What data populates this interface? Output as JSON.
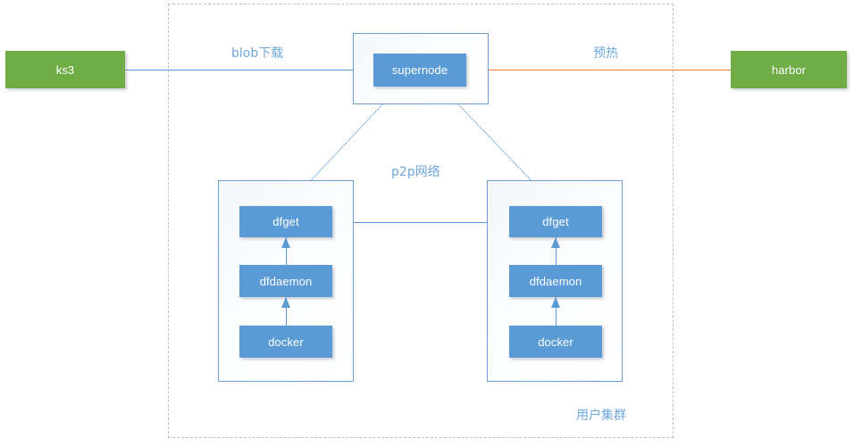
{
  "diagram": {
    "title_region_label": "用户集群",
    "nodes": {
      "ks3": {
        "label": "ks3",
        "color": "#70ad47"
      },
      "harbor": {
        "label": "harbor",
        "color": "#70ad47"
      },
      "supernode": {
        "label": "supernode",
        "color": "#5b9bd5"
      },
      "left_dfget": {
        "label": "dfget",
        "color": "#5b9bd5"
      },
      "left_dfdaemon": {
        "label": "dfdaemon",
        "color": "#5b9bd5"
      },
      "left_docker": {
        "label": "docker",
        "color": "#5b9bd5"
      },
      "right_dfget": {
        "label": "dfget",
        "color": "#5b9bd5"
      },
      "right_dfdaemon": {
        "label": "dfdaemon",
        "color": "#5b9bd5"
      },
      "right_docker": {
        "label": "docker",
        "color": "#5b9bd5"
      }
    },
    "edge_labels": {
      "blob_download": "blob下载",
      "preheat": "预热",
      "p2p_network": "p2p网络"
    },
    "colors": {
      "blue_node": "#5b9bd5",
      "green_node": "#70ad47",
      "blue_line": "#5b9bd5",
      "orange_line": "#ed7d31",
      "label_text": "#6fa8dc",
      "dashed_border": "#bfbfbf",
      "panel_border": "#6f9fd0"
    }
  }
}
